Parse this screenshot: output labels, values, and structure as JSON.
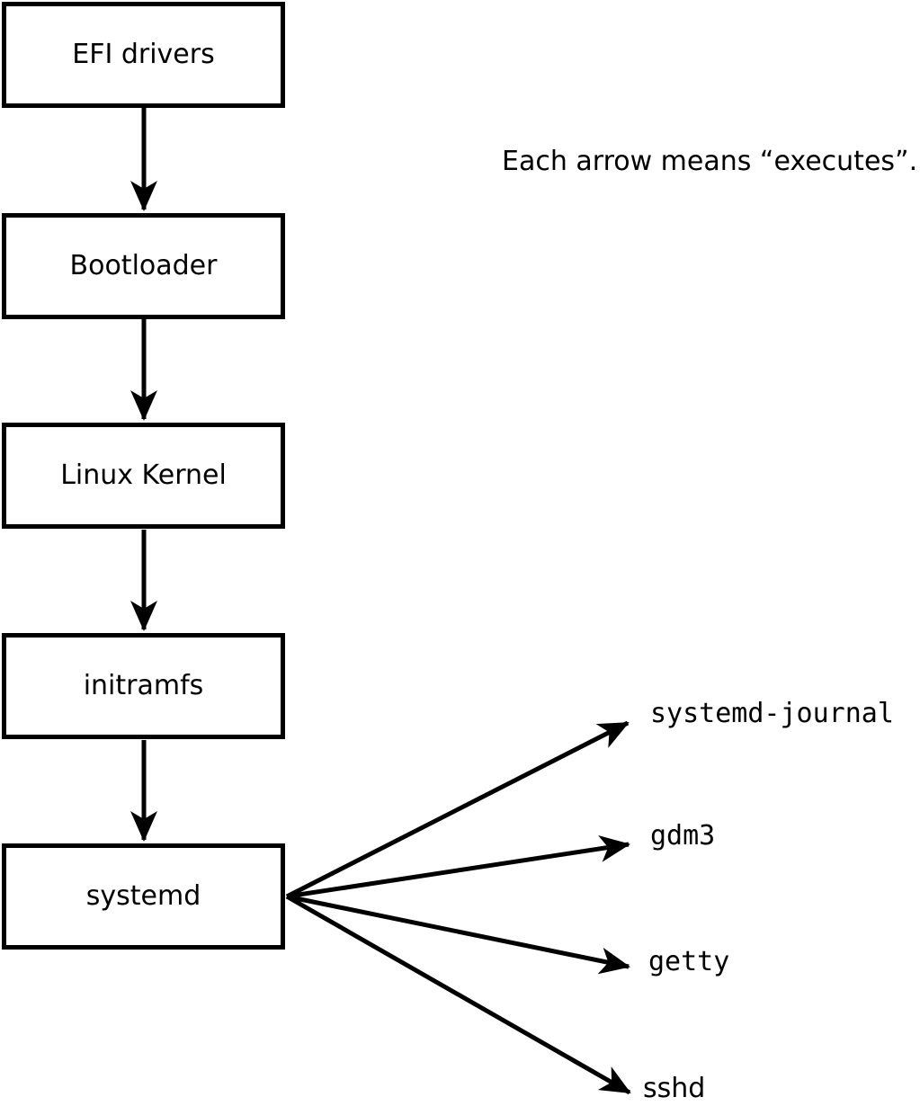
{
  "note": "Each arrow means “executes”.",
  "arrow_meaning": "executes",
  "nodes": [
    {
      "id": "efi-drivers",
      "label": "EFI drivers"
    },
    {
      "id": "bootloader",
      "label": "Bootloader"
    },
    {
      "id": "linux-kernel",
      "label": "Linux Kernel"
    },
    {
      "id": "initramfs",
      "label": "initramfs"
    },
    {
      "id": "systemd",
      "label": "systemd"
    }
  ],
  "processes": [
    {
      "id": "systemd-journal",
      "label": "systemd-journal"
    },
    {
      "id": "gdm3",
      "label": "gdm3"
    },
    {
      "id": "getty",
      "label": "getty"
    },
    {
      "id": "sshd",
      "label": "sshd"
    }
  ],
  "edges": [
    {
      "from": "EFI drivers",
      "to": "Bootloader"
    },
    {
      "from": "Bootloader",
      "to": "Linux Kernel"
    },
    {
      "from": "Linux Kernel",
      "to": "initramfs"
    },
    {
      "from": "initramfs",
      "to": "systemd"
    },
    {
      "from": "systemd",
      "to": "systemd-journal"
    },
    {
      "from": "systemd",
      "to": "gdm3"
    },
    {
      "from": "systemd",
      "to": "getty"
    },
    {
      "from": "systemd",
      "to": "sshd"
    }
  ],
  "colors": {
    "line": "#000000",
    "box_border": "#000000",
    "box_fill": "#ffffff",
    "background": "#ffffff",
    "text": "#000000"
  }
}
